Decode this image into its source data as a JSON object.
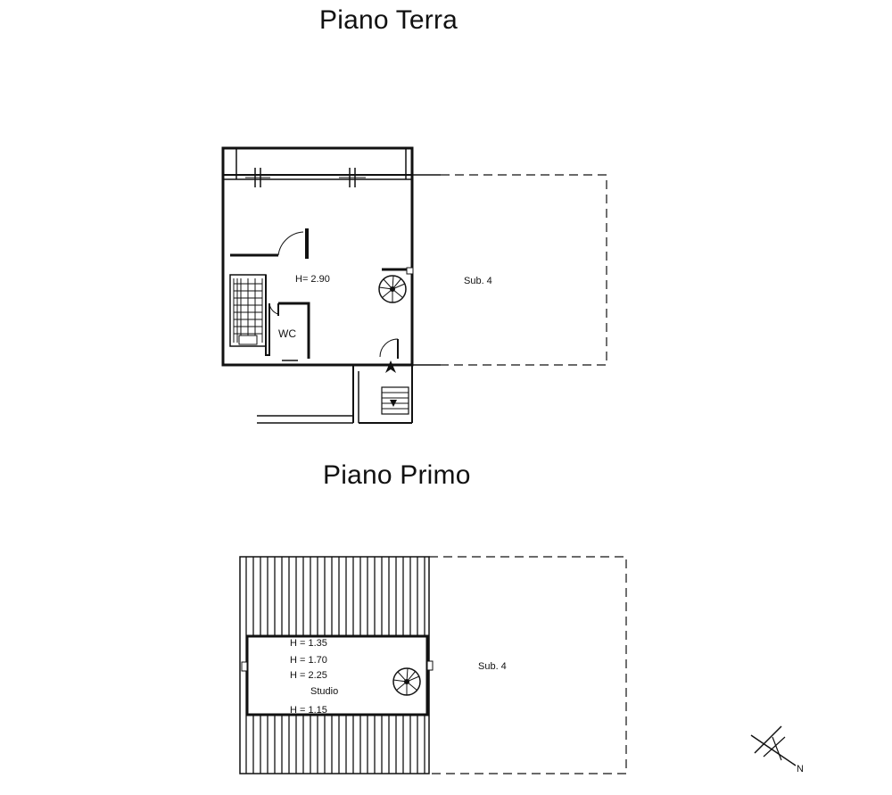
{
  "ground_floor": {
    "title": "Piano Terra",
    "height_label": "H= 2.90",
    "wc_label": "WC",
    "sub_label": "Sub. 4"
  },
  "first_floor": {
    "title": "Piano Primo",
    "height_labels": [
      "H = 1.35",
      "H = 1.70",
      "H = 2.25"
    ],
    "room_label": "Studio",
    "bottom_height_label": "H = 1.15",
    "sub_label": "Sub. 4"
  },
  "compass": {
    "north_label": "N"
  }
}
